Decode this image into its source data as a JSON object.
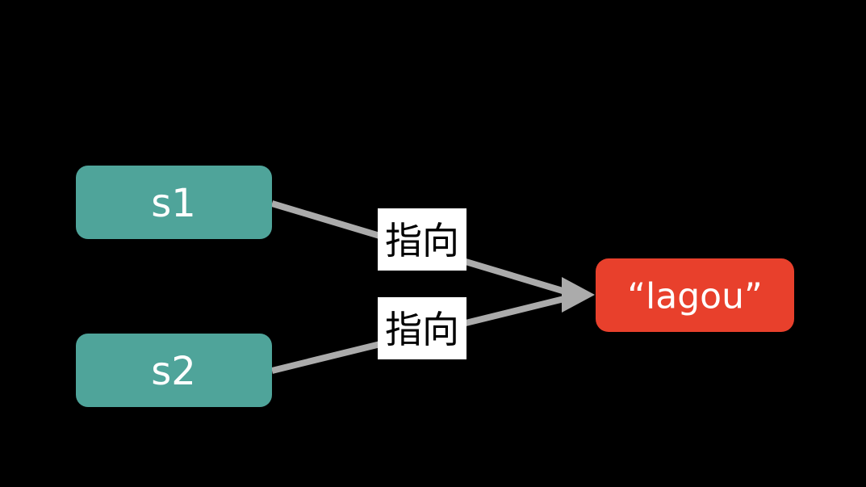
{
  "diagram": {
    "background_color": "#000000",
    "nodes": [
      {
        "id": "s1",
        "label": "s1",
        "fill": "#4FA49A",
        "text_color": "#FFFFFF",
        "shape": "rounded-rect"
      },
      {
        "id": "s2",
        "label": "s2",
        "fill": "#4FA49A",
        "text_color": "#FFFFFF",
        "shape": "rounded-rect"
      },
      {
        "id": "lagou",
        "label": "“lagou”",
        "fill": "#E8402C",
        "text_color": "#FFFFFF",
        "shape": "rounded-rect"
      }
    ],
    "edges": [
      {
        "from": "s1",
        "to": "lagou",
        "label": "指向"
      },
      {
        "from": "s2",
        "to": "lagou",
        "label": "指向"
      }
    ],
    "edge_style": {
      "line_color": "#ABABAB",
      "label_background": "#FFFFFF",
      "label_text_color": "#000000"
    }
  }
}
